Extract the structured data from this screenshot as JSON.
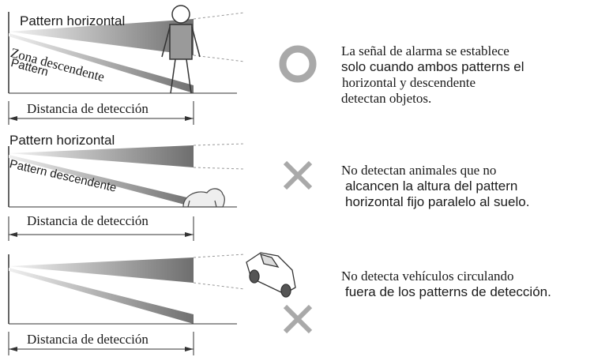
{
  "panel1": {
    "pattern_horizontal": "Pattern horizontal",
    "zona_descendente": "Zona descendente",
    "pattern": "Pattern",
    "distance": "Distancia de detección",
    "symbol": "circle",
    "lines": [
      "La señal de alarma se establece",
      "solo cuando ambos patterns el",
      "horizontal y descendente",
      "detectan objetos."
    ]
  },
  "panel2": {
    "pattern_horizontal": "Pattern horizontal",
    "pattern_descendente": "Pattern descendente",
    "distance": "Distancia de detección",
    "symbol": "cross",
    "lines": [
      "No detectan animales que no",
      "alcancen la altura del pattern",
      "horizontal fijo paralelo al suelo."
    ]
  },
  "panel3": {
    "distance": "Distancia de detección",
    "symbol": "cross",
    "lines": [
      "No detecta vehículos circulando",
      "fuera de los patterns de detección."
    ]
  },
  "colors": {
    "beam_dark": "#7a7a7a",
    "beam_light": "#d8d8d8",
    "symbol_gray": "#a9a9a9",
    "line": "#333333"
  }
}
